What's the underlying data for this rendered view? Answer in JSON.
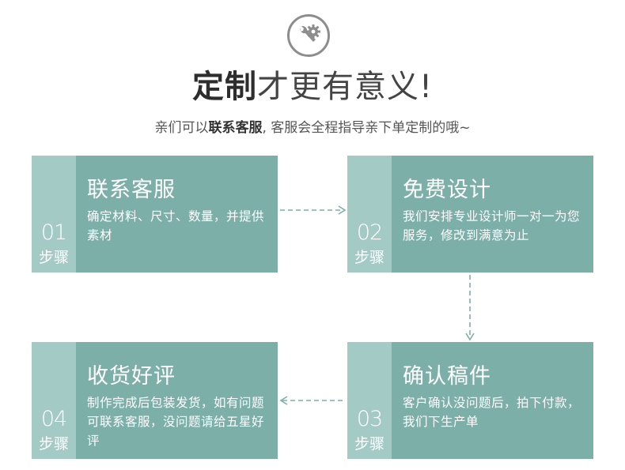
{
  "headline": {
    "strong": "定制",
    "light": "才更有意义!"
  },
  "subline": {
    "before": "亲们可以",
    "strong": "联系客服",
    "after": ", 客服会全程指导亲下单定制的哦~"
  },
  "icon_names": [
    "tools-icon"
  ],
  "colors": {
    "card_main": "#7dafa9",
    "card_side": "#a4cac6",
    "arrow": "#7dafa9",
    "logo_ring": "#8d8d8d"
  },
  "steps": [
    {
      "num": "01",
      "step_label": "步骤",
      "title": "联系客服",
      "desc": "确定材料、尺寸、数量，并提供素材"
    },
    {
      "num": "02",
      "step_label": "步骤",
      "title": "免费设计",
      "desc": "我们安排专业设计师一对一为您服务，修改到满意为止"
    },
    {
      "num": "03",
      "step_label": "步骤",
      "title": "确认稿件",
      "desc": "客户确认没问题后，拍下付款，我们下生产单"
    },
    {
      "num": "04",
      "step_label": "步骤",
      "title": "收货好评",
      "desc": "制作完成后包装发货，如有问题可联系客服，没问题请给五星好评"
    }
  ]
}
